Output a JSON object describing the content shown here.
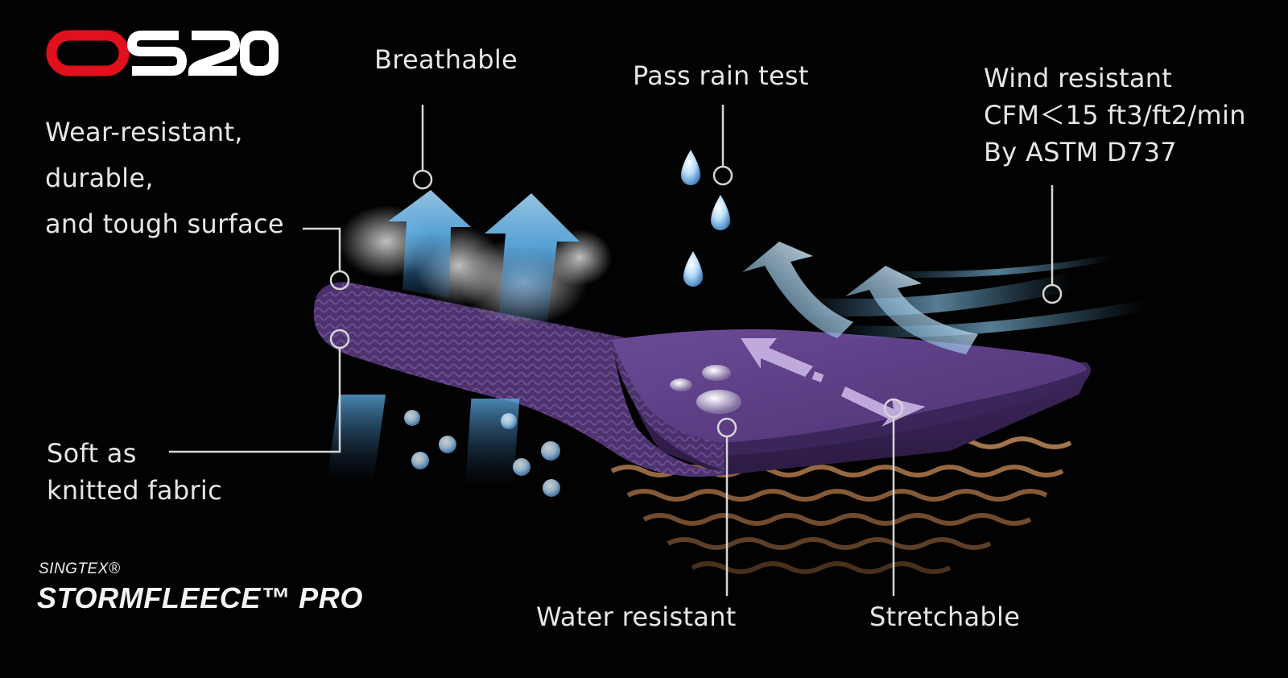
{
  "logo": {
    "text": "OS2O",
    "colors": {
      "first_letter": "#e0101c",
      "rest": "#ffffff"
    }
  },
  "labels": {
    "breathable": "Breathable",
    "pass_rain": "Pass rain test",
    "wind": [
      "Wind resistant",
      "CFM＜15  ft3/ft2/min",
      "By  ASTM D737"
    ],
    "wear": [
      "Wear-resistant,",
      "durable,",
      "and tough surface"
    ],
    "soft": [
      "Soft as",
      "knitted fabric"
    ],
    "water": "Water resistant",
    "stretch": "Stretchable"
  },
  "brand": {
    "maker": "SINGTEX®",
    "product": "STORMFLEECE™ PRO"
  },
  "colors": {
    "fabric": "#5e3f86",
    "arrow_blue": "#5fb2ea",
    "arrow_white": "#eef6fc",
    "warm_layer": "#b07a4e",
    "leader": "#d6d6d6"
  },
  "icons": [
    "water-drop-icon",
    "breathable-arrow-icon",
    "wind-arrow-icon",
    "stretch-arrow-icon"
  ]
}
